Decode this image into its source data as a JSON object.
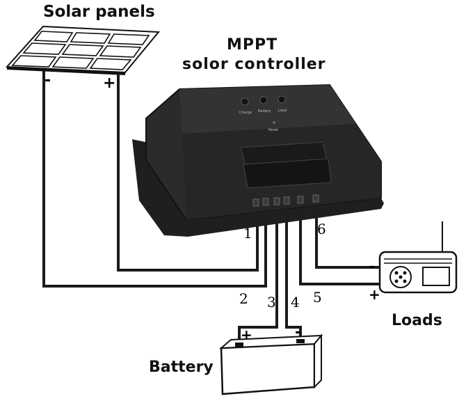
{
  "labels": {
    "solar_panels": "Solar panels",
    "controller_line1": "MPPT",
    "controller_line2": "solor controller",
    "loads": "Loads",
    "battery": "Battery"
  },
  "terminals": [
    "1",
    "2",
    "3",
    "4",
    "5",
    "6"
  ],
  "polarity": {
    "panel_negative": "-",
    "panel_positive": "+",
    "battery_positive": "+",
    "battery_negative": "-",
    "load_negative": "-",
    "load_positive": "+"
  },
  "controller_indicators": [
    "Charge",
    "Battery",
    "Load"
  ],
  "controller_button": "Reset",
  "colors": {
    "wire": "#1a1a1a",
    "controller_body": "#2b2b2b",
    "outline": "#111111",
    "background": "#ffffff"
  }
}
